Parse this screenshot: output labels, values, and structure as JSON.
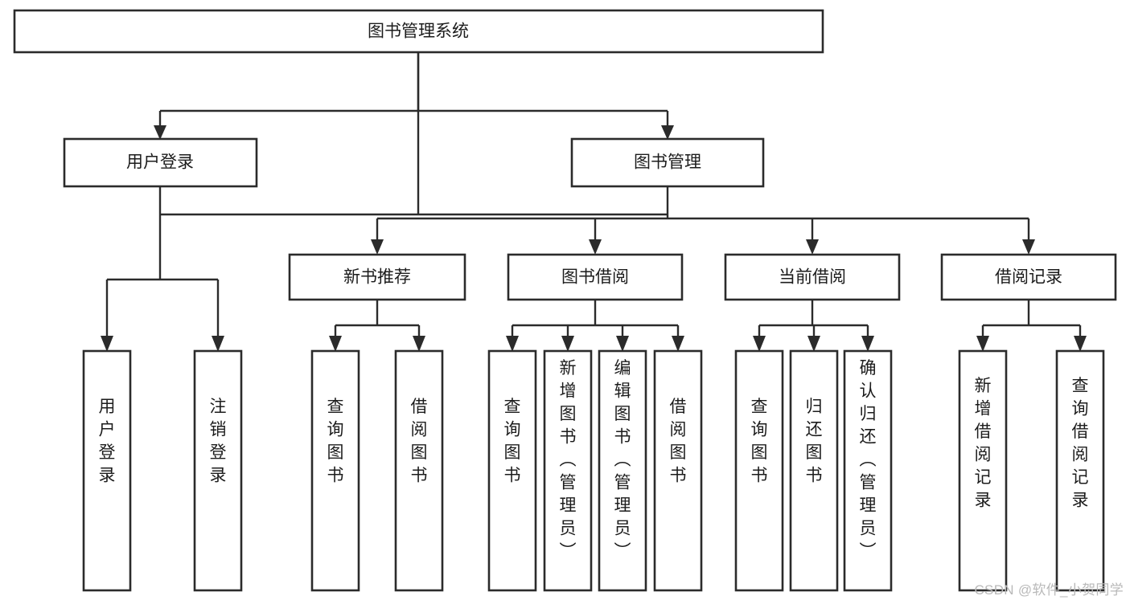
{
  "diagram": {
    "type": "tree",
    "title": "图书管理系统",
    "watermark": "CSDN @软件_小贺同学",
    "nodes": {
      "root": {
        "label": "图书管理系统"
      },
      "level2": [
        {
          "id": "user-login",
          "label": "用户登录"
        },
        {
          "id": "book-manage",
          "label": "图书管理"
        }
      ],
      "level3": [
        {
          "id": "new-book-recommend",
          "label": "新书推荐"
        },
        {
          "id": "book-borrow",
          "label": "图书借阅"
        },
        {
          "id": "current-borrow",
          "label": "当前借阅"
        },
        {
          "id": "borrow-record",
          "label": "借阅记录"
        }
      ],
      "leaves": {
        "user_login": [
          {
            "id": "leaf-user-login",
            "label": "用户登录"
          },
          {
            "id": "leaf-logout-login",
            "label": "注销登录"
          }
        ],
        "new_book_recommend": [
          {
            "id": "leaf-query-book-1",
            "label": "查询图书"
          },
          {
            "id": "leaf-borrow-book-1",
            "label": "借阅图书"
          }
        ],
        "book_borrow": [
          {
            "id": "leaf-query-book-2",
            "label": "查询图书"
          },
          {
            "id": "leaf-add-book",
            "label": "新增图书（管理员）"
          },
          {
            "id": "leaf-edit-book",
            "label": "编辑图书（管理员）"
          },
          {
            "id": "leaf-borrow-book-2",
            "label": "借阅图书"
          }
        ],
        "current_borrow": [
          {
            "id": "leaf-query-book-3",
            "label": "查询图书"
          },
          {
            "id": "leaf-return-book",
            "label": "归还图书"
          },
          {
            "id": "leaf-confirm-return",
            "label": "确认归还（管理员）"
          }
        ],
        "borrow_record": [
          {
            "id": "leaf-add-record",
            "label": "新增借阅记录"
          },
          {
            "id": "leaf-query-record",
            "label": "查询借阅记录"
          }
        ]
      }
    },
    "colors": {
      "stroke": "#2b2b2b",
      "fill": "#ffffff",
      "text": "#1c1c1c",
      "watermark": "#b9b9b9"
    }
  }
}
